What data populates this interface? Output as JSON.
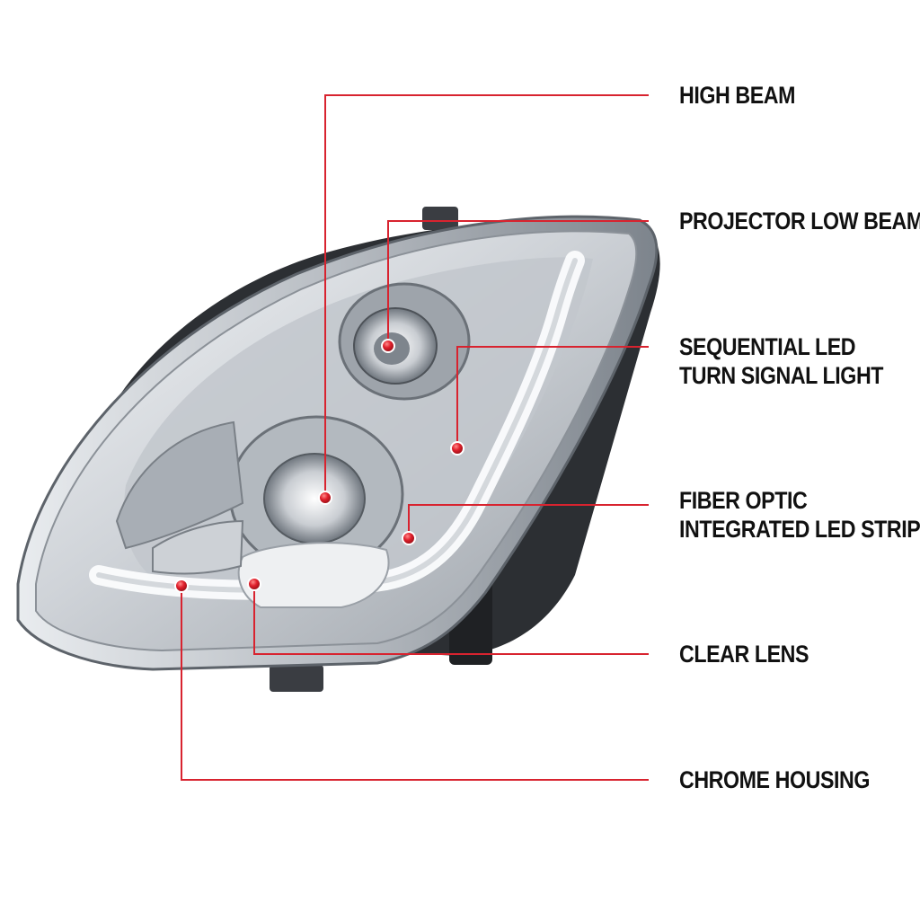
{
  "accent_color": "#d8232f",
  "callouts": [
    {
      "id": "high-beam",
      "lines": [
        "HIGH BEAM"
      ]
    },
    {
      "id": "projector-low-beam",
      "lines": [
        "PROJECTOR LOW BEAM"
      ]
    },
    {
      "id": "sequential-led",
      "lines": [
        "SEQUENTIAL LED",
        "TURN SIGNAL LIGHT"
      ]
    },
    {
      "id": "fiber-optic",
      "lines": [
        "FIBER OPTIC",
        "INTEGRATED LED STRIP"
      ]
    },
    {
      "id": "clear-lens",
      "lines": [
        "CLEAR LENS"
      ]
    },
    {
      "id": "chrome-housing",
      "lines": [
        "CHROME HOUSING"
      ]
    }
  ]
}
